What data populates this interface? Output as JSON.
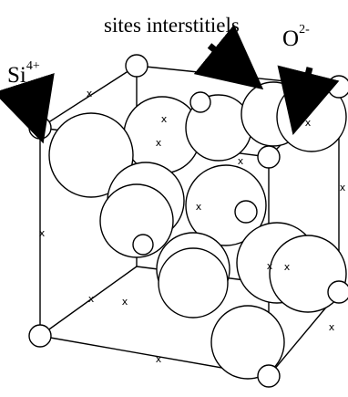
{
  "labels": {
    "sites_interstitiels": "sites interstitiels",
    "si_base": "Si",
    "si_charge": "4+",
    "o_base": "O",
    "o_charge": "2-"
  },
  "diagram": {
    "description_kind": "crystal structure (SiO2 - cristobalite-like unit cell)",
    "atom_types": [
      "Si4+ small spheres",
      "O2- large spheres"
    ],
    "interstitial_marker": "x",
    "colors": {
      "stroke": "#000000",
      "fill": "#ffffff"
    }
  }
}
